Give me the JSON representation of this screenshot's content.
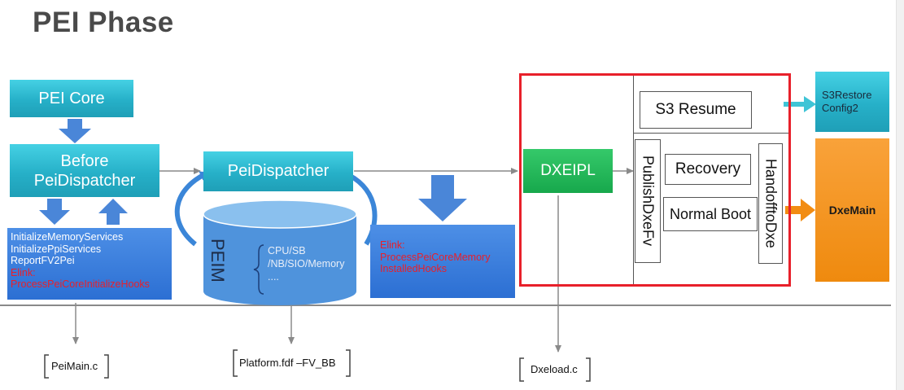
{
  "title": "PEI Phase",
  "boxes": {
    "pei_core": "PEI Core",
    "before_line1": "Before",
    "before_line2": "PeiDispatcher",
    "pei_dispatcher": "PeiDispatcher",
    "peim": "PEIM",
    "peim_items": [
      "CPU/SB",
      "/NB/SIO/Memory",
      "...."
    ],
    "dxeipl": "DXEIPL",
    "s3_resume": "S3 Resume",
    "publish_dxe_fv": "PublishDxeFv",
    "recovery": "Recovery",
    "normal_boot": "Normal Boot",
    "handoff_to_dxe": "HandofftoDxe",
    "s3restore_line1": "S3Restore",
    "s3restore_line2": "Config2",
    "dxe_main": "DxeMain"
  },
  "left_list": {
    "items": [
      "InitializeMemoryServices",
      "InitializePpiServices",
      "ReportFV2Pei"
    ],
    "red_items": [
      "Elink:",
      "ProcessPeiCoreInitializeHooks"
    ]
  },
  "mid_list": {
    "red_items": [
      "Elink:",
      "ProcessPeiCoreMemory",
      "InstalledHooks"
    ]
  },
  "sources": {
    "pei_main": "PeiMain.c",
    "platform_fdf": "Platform.fdf –FV_BB",
    "dxeload": "Dxeload.c"
  },
  "colors": {
    "teal": "#2bb6cc",
    "blue": "#2c6fd3",
    "green": "#1faa52",
    "orange": "#f28c12",
    "red_frame": "#e8202a",
    "red_text": "#e8202a"
  }
}
